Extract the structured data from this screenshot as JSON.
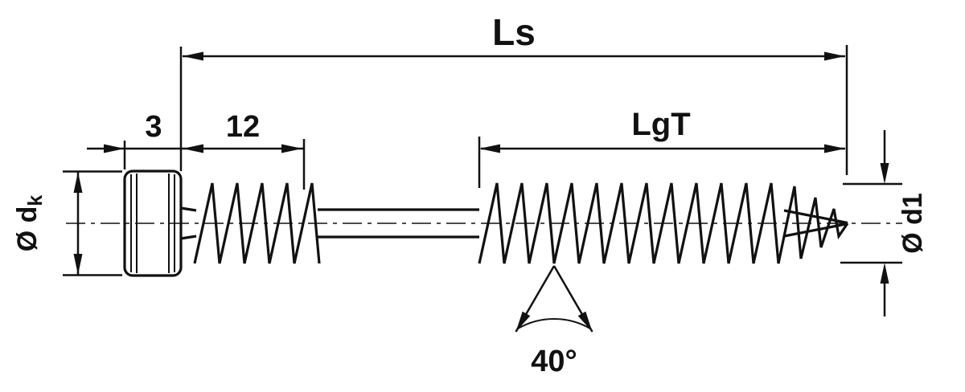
{
  "diagram": {
    "subject": "Cylinder-head screw dimensional drawing, side view",
    "background_color": "#ffffff",
    "line_color": "#111111",
    "labels": {
      "overall_length": "Ls",
      "head_length": "3",
      "thread_runout_length": "12",
      "thread_length": "LgT",
      "head_diameter_prefix": "Ø d",
      "head_diameter_subscript": "k",
      "outer_thread_diameter": "Ø d1",
      "tip_angle": "40°"
    }
  }
}
